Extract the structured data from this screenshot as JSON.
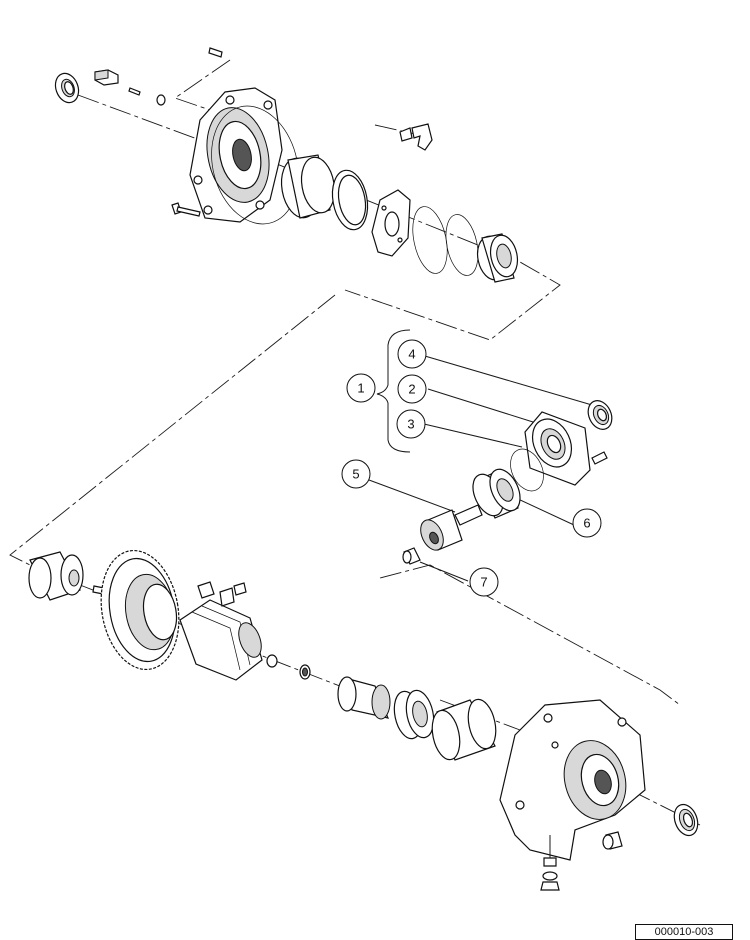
{
  "callouts": [
    {
      "id": "1",
      "label": "1"
    },
    {
      "id": "2",
      "label": "2"
    },
    {
      "id": "3",
      "label": "3"
    },
    {
      "id": "4",
      "label": "4"
    },
    {
      "id": "5",
      "label": "5"
    },
    {
      "id": "6",
      "label": "6"
    },
    {
      "id": "7",
      "label": "7"
    }
  ],
  "reference_code": "000010-003",
  "colors": {
    "line": "#111111",
    "shade": "#d8d8d8",
    "background": "#ffffff"
  }
}
